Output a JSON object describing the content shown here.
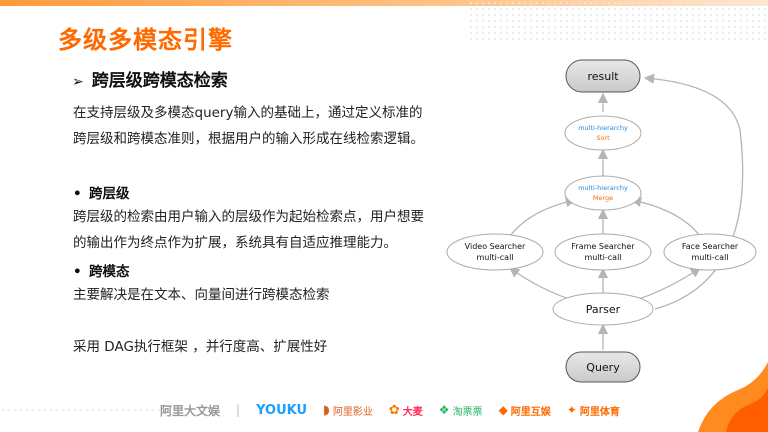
{
  "title": "多级多模态引擎",
  "subtitle": {
    "arrow": "➢",
    "text": "跨层级跨模态检索"
  },
  "paragraphs": {
    "p1_line1": "在支持层级及多模态query输入的基础上，通过定义标准的",
    "p1_line2": "跨层级和跨模态准则，根据用户的输入形成在线检索逻辑。",
    "p2_line1": "跨层级的检索由用户输入的层级作为起始检索点，用户想要",
    "p2_line2": "的输出作为终点作为扩展，系统具有自适应推理能力。",
    "p3": "主要解决是在文本、向量间进行跨模态检索",
    "p4": "采用 DAG执行框架 ，并行度高、扩展性好"
  },
  "bullets": [
    {
      "dot": "•",
      "label": "跨层级"
    },
    {
      "dot": "•",
      "label": "跨模态"
    }
  ],
  "diagram": {
    "result": "result",
    "sort_top": "multi-hierarchy",
    "sort_bottom": "Sort",
    "merge_top": "multi-hierarchy",
    "merge_bottom": "Merge",
    "video_top": "Video Searcher",
    "video_bottom": "multi-call",
    "frame_top": "Frame Searcher",
    "frame_bottom": "multi-call",
    "face_top": "Face Searcher",
    "face_bottom": "multi-call",
    "parser": "Parser",
    "query": "Query"
  },
  "footer": {
    "brand1": "阿里大文娱",
    "sep": "|",
    "brand2": "YOUKU",
    "brand3": "阿里影业",
    "brand4": "大麦",
    "brand5": "淘票票",
    "brand6": "阿里互娱",
    "brand7": "阿里体育"
  },
  "colors": {
    "accent": "#ff6a00",
    "blue_label": "#1e88e5",
    "orange_label": "#ff6a00"
  }
}
